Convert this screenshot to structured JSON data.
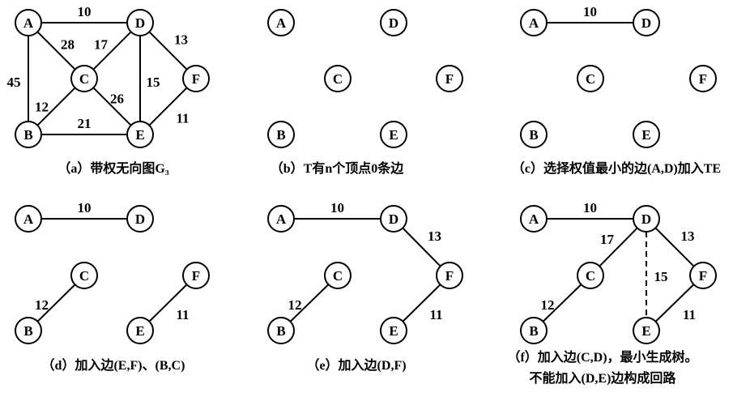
{
  "panels": [
    {
      "id": "a",
      "caption": [
        "（a）带权无向图G₃"
      ],
      "edges": [
        {
          "from": "A",
          "to": "D",
          "w": "10"
        },
        {
          "from": "A",
          "to": "C",
          "w": "28"
        },
        {
          "from": "A",
          "to": "B",
          "w": "45"
        },
        {
          "from": "C",
          "to": "D",
          "w": "17"
        },
        {
          "from": "D",
          "to": "E",
          "w": "15"
        },
        {
          "from": "D",
          "to": "F",
          "w": "13"
        },
        {
          "from": "B",
          "to": "C",
          "w": "12"
        },
        {
          "from": "C",
          "to": "E",
          "w": "26"
        },
        {
          "from": "B",
          "to": "E",
          "w": "21"
        },
        {
          "from": "E",
          "to": "F",
          "w": "11"
        }
      ]
    },
    {
      "id": "b",
      "caption": [
        "（b）T有n个顶点0条边"
      ],
      "edges": []
    },
    {
      "id": "c",
      "caption": [
        "（c）选择权值最小的边(A,D)加入TE"
      ],
      "edges": [
        {
          "from": "A",
          "to": "D",
          "w": "10"
        }
      ]
    },
    {
      "id": "d",
      "caption": [
        "（d）加入边(E,F)、(B,C)"
      ],
      "edges": [
        {
          "from": "A",
          "to": "D",
          "w": "10"
        },
        {
          "from": "B",
          "to": "C",
          "w": "12"
        },
        {
          "from": "E",
          "to": "F",
          "w": "11"
        }
      ]
    },
    {
      "id": "e",
      "caption": [
        "（e）加入边(D,F)"
      ],
      "edges": [
        {
          "from": "A",
          "to": "D",
          "w": "10"
        },
        {
          "from": "D",
          "to": "F",
          "w": "13"
        },
        {
          "from": "B",
          "to": "C",
          "w": "12"
        },
        {
          "from": "E",
          "to": "F",
          "w": "11"
        }
      ]
    },
    {
      "id": "f",
      "caption": [
        "（f）加入边(C,D)，最小生成树。",
        "不能加入(D,E)边构成回路"
      ],
      "edges": [
        {
          "from": "A",
          "to": "D",
          "w": "10"
        },
        {
          "from": "C",
          "to": "D",
          "w": "17"
        },
        {
          "from": "D",
          "to": "F",
          "w": "13"
        },
        {
          "from": "B",
          "to": "C",
          "w": "12"
        },
        {
          "from": "E",
          "to": "F",
          "w": "11"
        },
        {
          "from": "D",
          "to": "E",
          "w": "15",
          "style": "dashed"
        }
      ]
    }
  ]
}
